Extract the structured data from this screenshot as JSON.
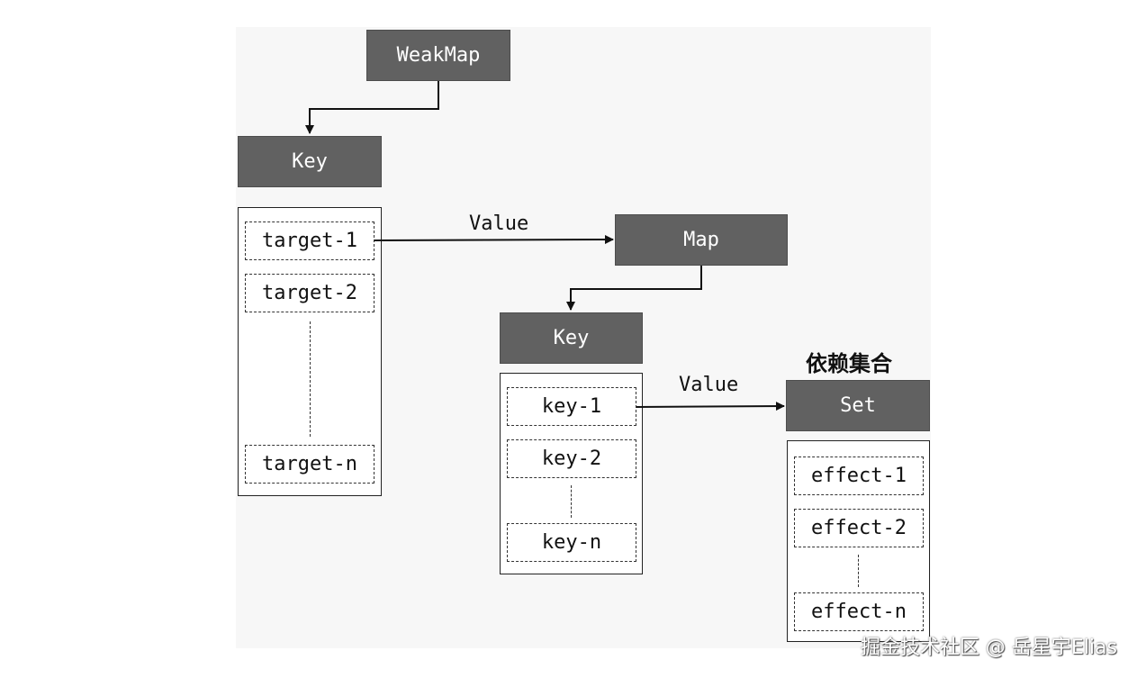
{
  "weakmap": {
    "label": "WeakMap"
  },
  "outer": {
    "key_header": "Key",
    "items": [
      "target-1",
      "target-2",
      "target-n"
    ],
    "edge_label": "Value"
  },
  "map": {
    "label": "Map"
  },
  "inner": {
    "key_header": "Key",
    "items": [
      "key-1",
      "key-2",
      "key-n"
    ],
    "edge_label": "Value"
  },
  "set": {
    "caption": "依赖集合",
    "label": "Set",
    "items": [
      "effect-1",
      "effect-2",
      "effect-n"
    ]
  },
  "watermark": "掘金技术社区 @ 岳星宇Elias",
  "colors": {
    "header_fill": "#616161",
    "line": "#111111"
  }
}
